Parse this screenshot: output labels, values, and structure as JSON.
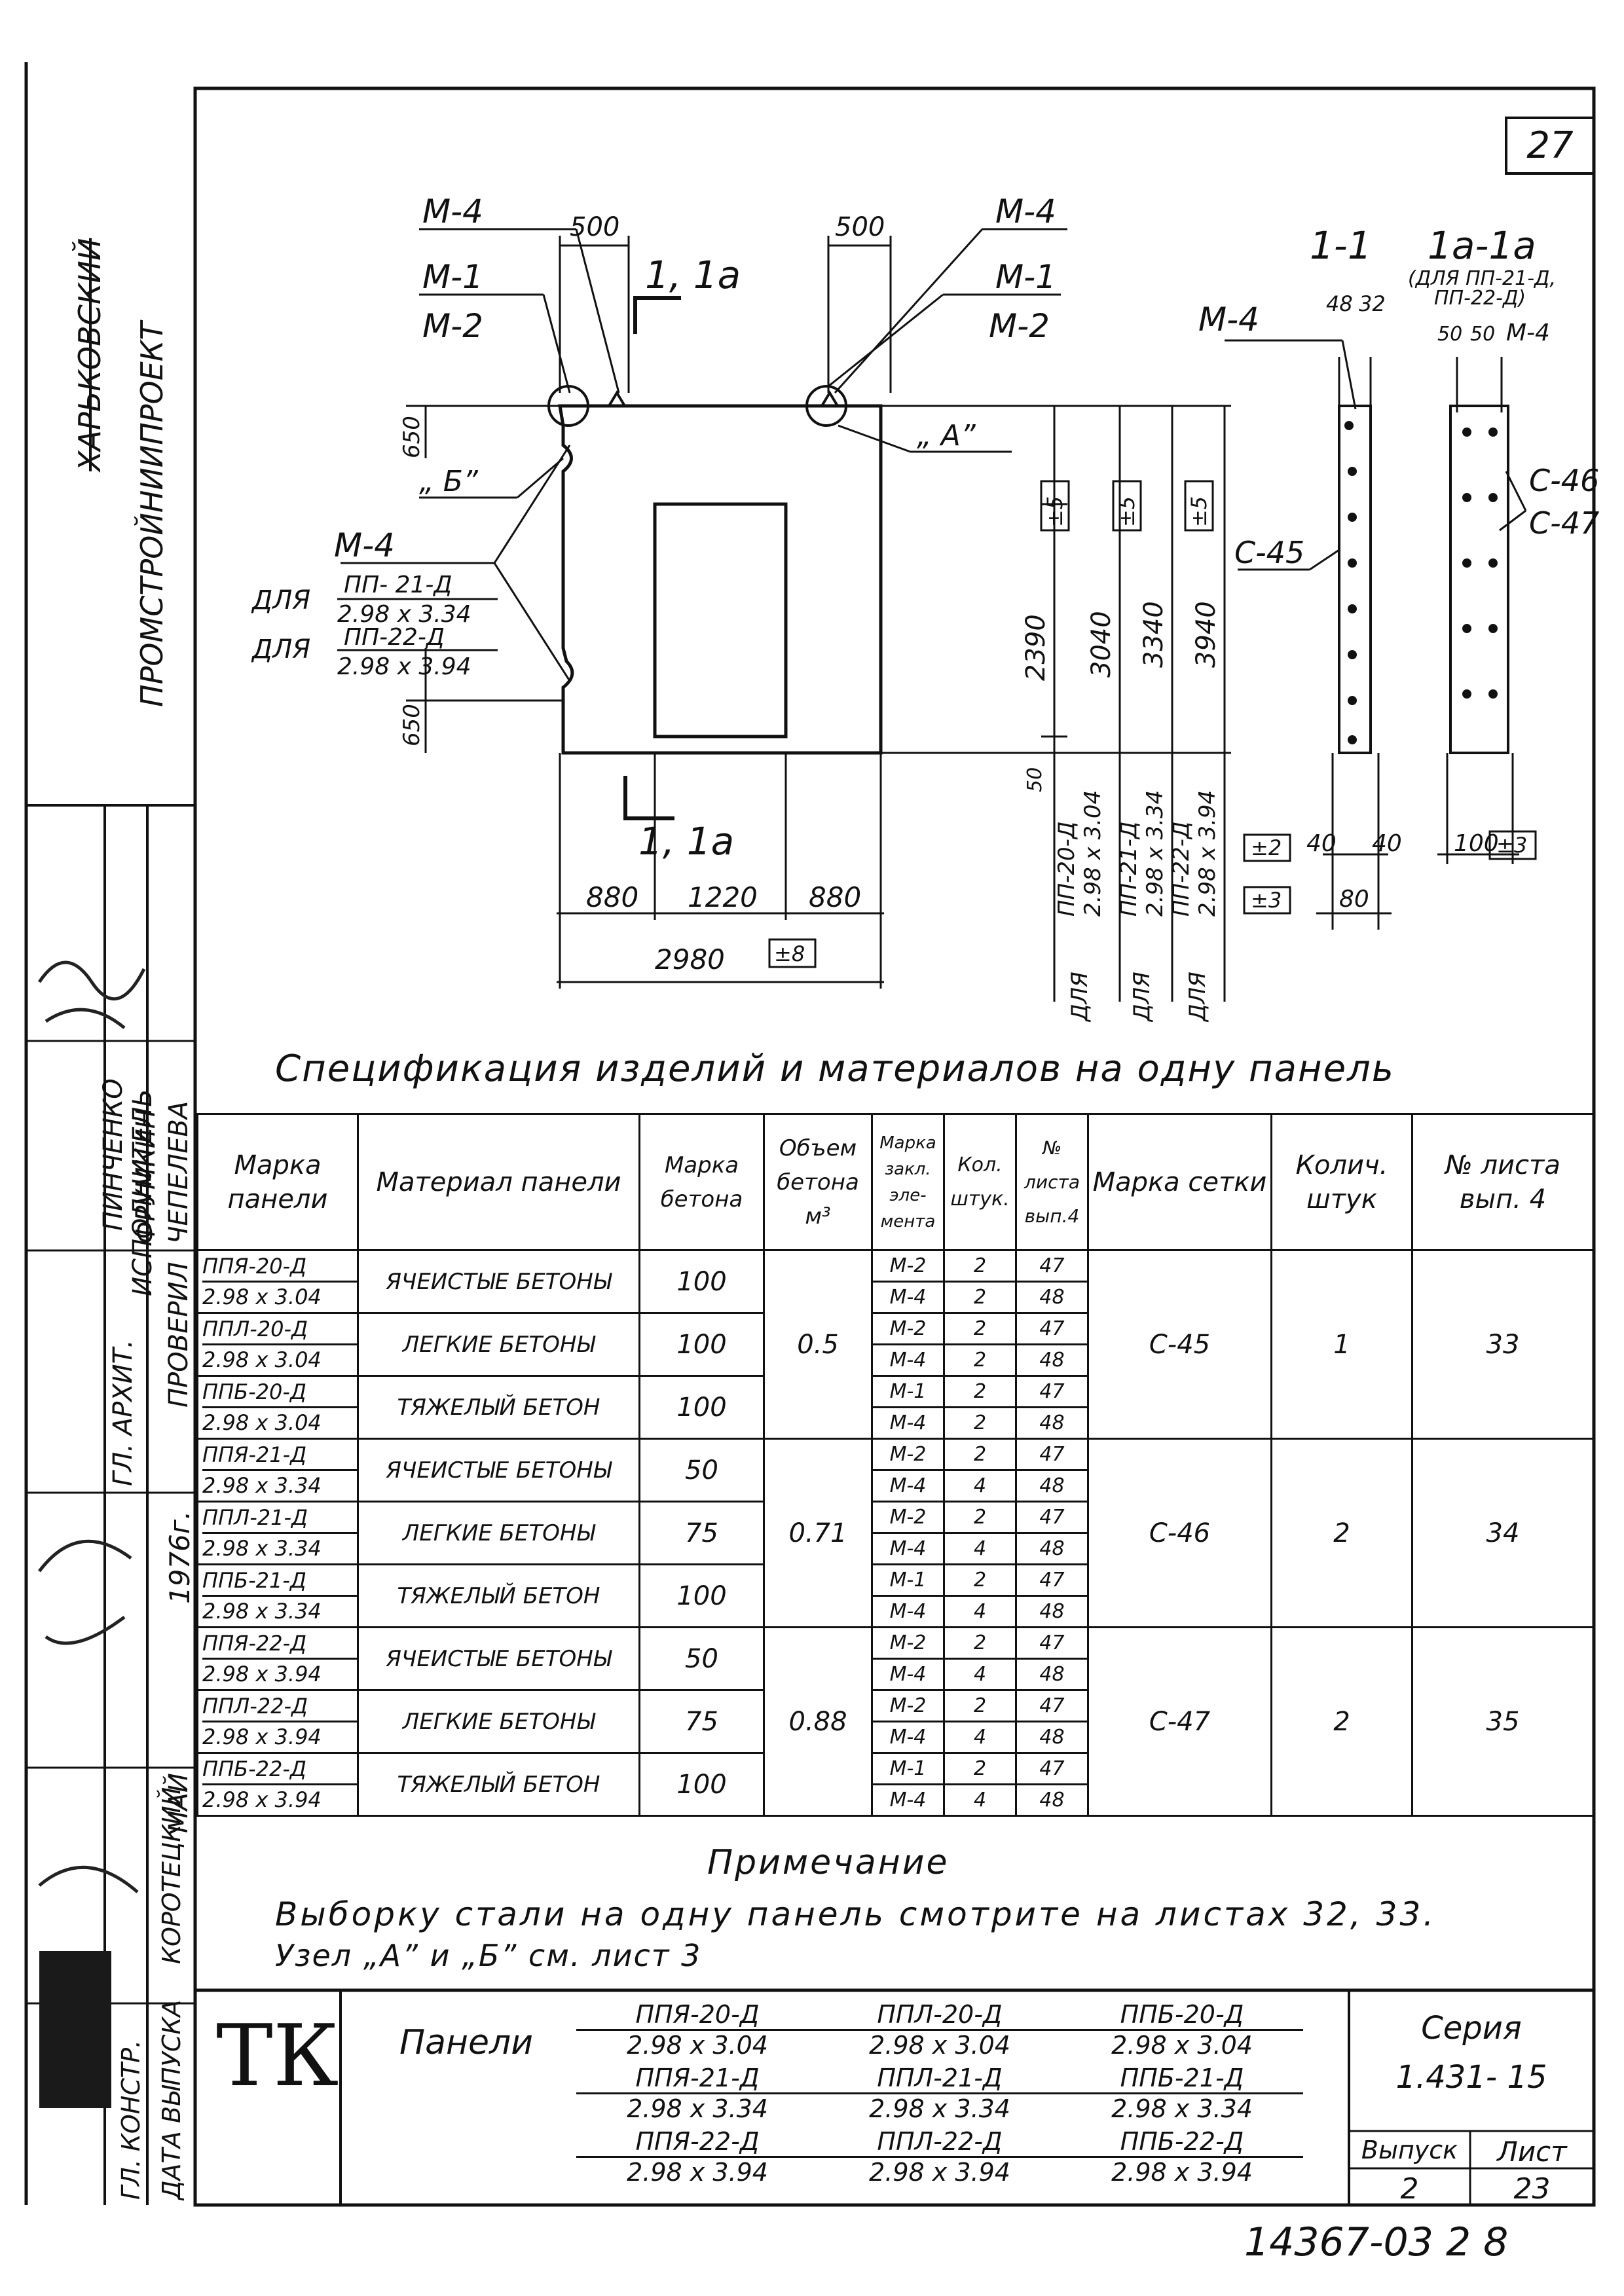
{
  "sheet_number": "27",
  "side_stamp": {
    "org_1": "ХАРЬКОВСКИЙ",
    "org_2": "ПРОМСТРОЙНИИПРОЕКТ",
    "roles": [
      "ГЛ. АРХИТ.",
      "ИСПОЛНИТЕЛЬ",
      "ПРОВЕРИЛ",
      "ГЛ. КОНСТР.",
      "ДАТА ВЫПУСКА"
    ],
    "names": [
      "ПИНЧЕНКО",
      "ФРУМКИН",
      "ЧЕПЕЛЕВА",
      "КОРОТЕЦКИЙ",
      "МАЙ"
    ],
    "year": "1976г."
  },
  "drawing": {
    "m4": "М-4",
    "m1": "М-1",
    "m2": "М-2",
    "dim_500": "500",
    "section_1_1a": "1, 1а",
    "node_a": "„ А”",
    "node_b": "„ Б”",
    "dim_650": "650",
    "dim_50": "50",
    "dim_2390": "2390",
    "dim_3040": "3040",
    "dim_3340": "3340",
    "dim_3940": "3940",
    "tol_5": "±5",
    "tol_2": "±2",
    "tol_3": "±3",
    "tol_8": "±8",
    "dim_880": "880",
    "dim_1220": "1220",
    "dim_2980": "2980",
    "for_label": "ДЛЯ",
    "for_pp21_num": "ПП- 21-Д",
    "for_pp21_den": "2.98 х 3.34",
    "for_pp22_num": "ПП-22-Д",
    "for_pp22_den": "2.98 х 3.94",
    "vert_pp20": "ПП-20-Д",
    "vert_pp20_size": "2.98 х 3.04",
    "vert_pp21": "ПП-21-Д",
    "vert_pp21_size": "2.98 х 3.34",
    "vert_pp22": "ПП-22-Д",
    "vert_pp22_size": "2.98 х 3.94",
    "sec_1_1": "1-1",
    "sec_1a_1a": "1а-1а",
    "sec_1a_note_1": "(ДЛЯ ПП-21-Д,",
    "sec_1a_note_2": "ПП-22-Д)",
    "dim_48": "48",
    "dim_32": "32",
    "dim_40": "40",
    "dim_80": "80",
    "dim_100": "100",
    "c45": "С-45",
    "c46": "С-46",
    "c47": "С-47"
  },
  "spec": {
    "title": "Спецификация изделий и материалов на одну панель",
    "headers": {
      "mark": "Марка панели",
      "material": "Материал панели",
      "concrete": "Марка бетона",
      "volume": "Объем бетона м³",
      "element": "Марка закл. эле- мента",
      "qty": "Кол. штук.",
      "sheet": "№ листа вып.4",
      "mesh": "Марка сетки",
      "mesh_qty": "Колич. штук",
      "mesh_sheet": "№ листа вып. 4"
    },
    "groups": [
      {
        "volume": "0.5",
        "mesh": "С-45",
        "mesh_qty": "1",
        "mesh_sheet": "33",
        "panels": [
          {
            "mark": "ППЯ-20-Д",
            "size": "2.98 х 3.04",
            "material": "ЯЧЕИСТЫЕ БЕТОНЫ",
            "concrete": "100",
            "elements": [
              [
                "М-2",
                "2",
                "47"
              ],
              [
                "М-4",
                "2",
                "48"
              ]
            ]
          },
          {
            "mark": "ППЛ-20-Д",
            "size": "2.98 х 3.04",
            "material": "ЛЕГКИЕ БЕТОНЫ",
            "concrete": "100",
            "elements": [
              [
                "М-2",
                "2",
                "47"
              ],
              [
                "М-4",
                "2",
                "48"
              ]
            ]
          },
          {
            "mark": "ППБ-20-Д",
            "size": "2.98 х 3.04",
            "material": "ТЯЖЕЛЫЙ БЕТОН",
            "concrete": "100",
            "elements": [
              [
                "М-1",
                "2",
                "47"
              ],
              [
                "М-4",
                "2",
                "48"
              ]
            ]
          }
        ]
      },
      {
        "volume": "0.71",
        "mesh": "С-46",
        "mesh_qty": "2",
        "mesh_sheet": "34",
        "panels": [
          {
            "mark": "ППЯ-21-Д",
            "size": "2.98 х 3.34",
            "material": "ЯЧЕИСТЫЕ БЕТОНЫ",
            "concrete": "50",
            "elements": [
              [
                "М-2",
                "2",
                "47"
              ],
              [
                "М-4",
                "4",
                "48"
              ]
            ]
          },
          {
            "mark": "ППЛ-21-Д",
            "size": "2.98 х 3.34",
            "material": "ЛЕГКИЕ БЕТОНЫ",
            "concrete": "75",
            "elements": [
              [
                "М-2",
                "2",
                "47"
              ],
              [
                "М-4",
                "4",
                "48"
              ]
            ]
          },
          {
            "mark": "ППБ-21-Д",
            "size": "2.98 х 3.34",
            "material": "ТЯЖЕЛЫЙ БЕТОН",
            "concrete": "100",
            "elements": [
              [
                "М-1",
                "2",
                "47"
              ],
              [
                "М-4",
                "4",
                "48"
              ]
            ]
          }
        ]
      },
      {
        "volume": "0.88",
        "mesh": "С-47",
        "mesh_qty": "2",
        "mesh_sheet": "35",
        "panels": [
          {
            "mark": "ППЯ-22-Д",
            "size": "2.98 х 3.94",
            "material": "ЯЧЕИСТЫЕ БЕТОНЫ",
            "concrete": "50",
            "elements": [
              [
                "М-2",
                "2",
                "47"
              ],
              [
                "М-4",
                "4",
                "48"
              ]
            ]
          },
          {
            "mark": "ППЛ-22-Д",
            "size": "2.98 х 3.94",
            "material": "ЛЕГКИЕ БЕТОНЫ",
            "concrete": "75",
            "elements": [
              [
                "М-2",
                "2",
                "47"
              ],
              [
                "М-4",
                "4",
                "48"
              ]
            ]
          },
          {
            "mark": "ППБ-22-Д",
            "size": "2.98 х 3.94",
            "material": "ТЯЖЕЛЫЙ БЕТОН",
            "concrete": "100",
            "elements": [
              [
                "М-1",
                "2",
                "47"
              ],
              [
                "М-4",
                "4",
                "48"
              ]
            ]
          }
        ]
      }
    ]
  },
  "note": {
    "title": "Примечание",
    "line1": "Выборку стали на одну панель смотрите на листах 32, 33.",
    "line2": "Узел „А” и „Б” см. лист 3"
  },
  "title_block": {
    "logo": "ТК",
    "label": "Панели",
    "panels": [
      [
        "ППЯ-20-Д",
        "2.98 х 3.04"
      ],
      [
        "ППЛ-20-Д",
        "2.98 х 3.04"
      ],
      [
        "ППБ-20-Д",
        "2.98 х 3.04"
      ],
      [
        "ППЯ-21-Д",
        "2.98 х 3.34"
      ],
      [
        "ППЛ-21-Д",
        "2.98 х 3.34"
      ],
      [
        "ППБ-21-Д",
        "2.98 х 3.34"
      ],
      [
        "ППЯ-22-Д",
        "2.98 х 3.94"
      ],
      [
        "ППЛ-22-Д",
        "2.98 х 3.94"
      ],
      [
        "ППБ-22-Д",
        "2.98 х 3.94"
      ]
    ],
    "series_label": "Серия",
    "series_value": "1.431- 15",
    "issue_label": "Выпуск",
    "sheet_label": "Лист",
    "issue_value": "2",
    "sheet_value": "23"
  },
  "bottom_number": "14367-03 2 8"
}
